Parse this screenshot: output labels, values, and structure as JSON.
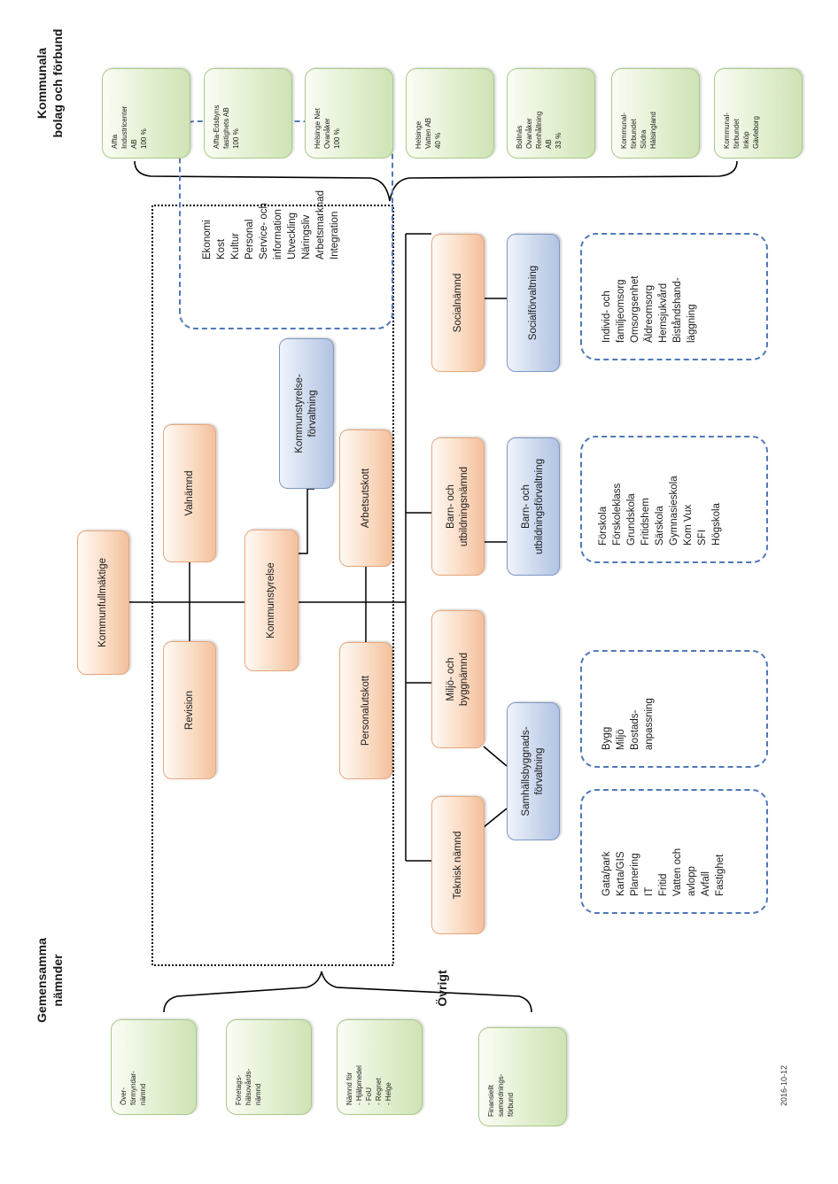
{
  "headers": {
    "kommunala": "Kommunala\nbolag och förbund",
    "gemensamma": "Gemensamma\nnämnder",
    "ovrigt": "Övrigt"
  },
  "center": {
    "kommunfullmaktige": "Kommunfullmäktige",
    "revision": "Revision",
    "valnamnd": "Valnämnd",
    "kommunstyrelse": "Kommunstyrelse",
    "kommunstyrelseforvaltning": "Kommunstyrelse-\nförvaltning",
    "personalutskott": "Personalutskott",
    "arbetsutskott": "Arbetsutskott"
  },
  "namnder": {
    "teknisk": "Teknisk nämnd",
    "miljo_bygg": "Miljö- och\nbyggnämnd",
    "barn_utbildning": "Barn- och\nutbildningsnämnd",
    "social": "Socialnämnd"
  },
  "forvaltningar": {
    "samhallsbyggnad": "Samhällsbyggnads-\nförvaltning",
    "barn_utbildning": "Barn- och\nutbildningsförvaltning",
    "social": "Socialförvaltning"
  },
  "areas": {
    "kommunstyrelse": "Ekonomi\nKost\nKultur\nPersonal\nService- och\ninformation\nUtveckling\nNäringsliv\nArbetsmarknad\nIntegration",
    "samhallsbyggnad_teknisk": "Gata/park\nKarta/GIS\nPlanering\nIT\nFritid\nVatten och\navlopp\nAvfall\nFastighet",
    "samhallsbyggnad_miljo": "Bygg\nMiljö\nBostads-\nanpassning",
    "barn_utbildning": "Förskola\nFörskoleklass\nGrundskola\nFritidshem\nSärskola\nGymnasieskola\nKom Vux\nSFI\nHögskola",
    "social": "Individ- och\nfamiljeomsorg\nOmsorgsenhet\nÄldreomsorg\nHemsjukvård\nBiståndshand-\nläggning"
  },
  "bolag": [
    "Alfta\nIndustricenter\nAB\n100 %",
    "Alfta-Edsbyns\nfastighets AB\n100 %",
    "Helsinge Net\nOvanåker\n100 %",
    "Helsinge\nVatten AB\n40 %",
    "Bollnäs\nOvanåker\nRenhållning\nAB\n33 %",
    "Kommunal-\nförbundet\nSödra\nHälsingland",
    "Kommunal-\nförbundet\nInköp\nGävleborg"
  ],
  "gemensamma_namnder": [
    "Över-\nförmyndar-\nnämnd",
    "Företags-\nhälsovårds-\nnämnd",
    "Nämnd för\n- Hjälpmedel\n- FoU\n- Regnet\n- Helge"
  ],
  "ovrigt": [
    "Finansiellt\nsamordnings-\nförbund"
  ],
  "date": "2016-10-12",
  "colors": {
    "orange_box": "#fbdcc5",
    "blue_box": "#c9d6ec",
    "green_box": "#e2efd0",
    "dashed_border": "#4f78b8"
  }
}
